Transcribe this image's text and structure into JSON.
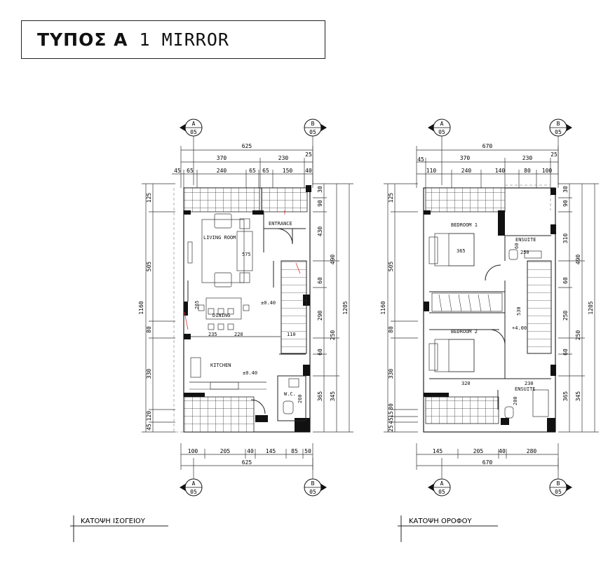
{
  "title": {
    "prefix": "ΤΥΠΟΣ Α",
    "suffix": "1 MIRROR"
  },
  "ground": {
    "caption": "ΚΑΤΟΨΗ ΙΣΟΓΕΙΟΥ",
    "top_total": "625",
    "top_mid": [
      "370",
      "230",
      "25"
    ],
    "top_detail": [
      "45",
      "65",
      "240",
      "65",
      "65",
      "150",
      "40"
    ],
    "bottom_detail": [
      "100",
      "205",
      "40",
      "145",
      "85",
      "50"
    ],
    "bottom_total": "625",
    "left_outer": "1160",
    "left_inner": [
      "125",
      "505",
      "80",
      "330",
      "120",
      "45"
    ],
    "right_inner": [
      "30",
      "90",
      "430",
      "60",
      "290",
      "60",
      "365"
    ],
    "right_mid": [
      "490",
      "250",
      "345"
    ],
    "right_outer": "1205",
    "rooms": [
      "LIVING ROOM",
      "ENTRANCE",
      "DINING",
      "KITCHEN",
      "W.C."
    ],
    "interior_dims": [
      "575",
      "265",
      "235",
      "220",
      "110",
      "260"
    ],
    "levels": [
      "±0.40",
      "±0.40"
    ]
  },
  "upper": {
    "caption": "ΚΑΤΟΨΗ ΟΡΟΦΟΥ",
    "top_total": "670",
    "top_mid": [
      "370",
      "230",
      "25"
    ],
    "top_detail": [
      "45",
      "110",
      "240",
      "140",
      "80",
      "100"
    ],
    "bottom_detail": [
      "145",
      "205",
      "40",
      "280"
    ],
    "bottom_total": "670",
    "left_outer": "1160",
    "left_inner": [
      "125",
      "505",
      "80",
      "330",
      "80",
      "15",
      "45",
      "25"
    ],
    "right_inner": [
      "30",
      "90",
      "310",
      "60",
      "250",
      "60",
      "365"
    ],
    "right_mid": [
      "490",
      "250",
      "345"
    ],
    "right_outer": "1205",
    "rooms": [
      "BEDROOM 1",
      "ENSUITE",
      "BEDROOM 2",
      "ENSUITE"
    ],
    "interior_dims": [
      "365",
      "250",
      "530",
      "320",
      "230",
      "200",
      "60"
    ],
    "levels": [
      "+4.00"
    ]
  },
  "sections": {
    "ground": [
      {
        "letter": "A",
        "num": "05"
      },
      {
        "letter": "B",
        "num": "05"
      },
      {
        "letter": "A",
        "num": "05"
      },
      {
        "letter": "B",
        "num": "05"
      }
    ],
    "upper": [
      {
        "letter": "A",
        "num": "05"
      },
      {
        "letter": "B",
        "num": "05"
      },
      {
        "letter": "A",
        "num": "05"
      },
      {
        "letter": "B",
        "num": "05"
      }
    ]
  }
}
